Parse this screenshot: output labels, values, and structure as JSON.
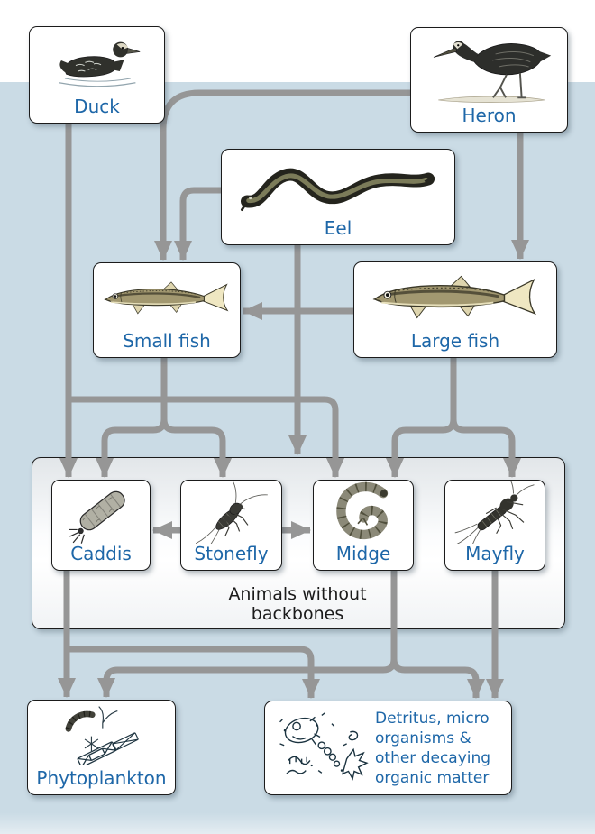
{
  "diagram": {
    "background": {
      "sky": "#ffffff",
      "water": "#cadbe5"
    },
    "colors": {
      "arrow": "#969696",
      "node_label": "#1e67a8",
      "group_label": "#1a1a1a",
      "node_border": "#1b1b1b",
      "node_background": "#ffffff"
    },
    "nodes": {
      "duck": {
        "label": "Duck",
        "icon": "duck-illustration"
      },
      "heron": {
        "label": "Heron",
        "icon": "heron-illustration"
      },
      "eel": {
        "label": "Eel",
        "icon": "eel-illustration"
      },
      "small_fish": {
        "label": "Small fish",
        "icon": "small-fish-illustration"
      },
      "large_fish": {
        "label": "Large fish",
        "icon": "large-fish-illustration"
      },
      "caddis": {
        "label": "Caddis",
        "icon": "caddis-larva-illustration"
      },
      "stonefly": {
        "label": "Stonefly",
        "icon": "stonefly-nymph-illustration"
      },
      "midge": {
        "label": "Midge",
        "icon": "midge-larva-illustration"
      },
      "mayfly": {
        "label": "Mayfly",
        "icon": "mayfly-nymph-illustration"
      },
      "phytoplankton": {
        "label": "Phytoplankton",
        "icon": "phytoplankton-illustration"
      },
      "detritus": {
        "label": "Detritus, micro organisms & other decaying organic matter",
        "lines": [
          "Detritus, micro",
          "organisms &",
          "other decaying",
          "organic matter"
        ],
        "icon": "detritus-illustration"
      }
    },
    "group": {
      "label_line1": "Animals without",
      "label_line2": "backbones",
      "members": [
        "caddis",
        "stonefly",
        "midge",
        "mayfly"
      ]
    },
    "edges": [
      {
        "from": "duck",
        "to": "caddis"
      },
      {
        "from": "duck",
        "to": "midge"
      },
      {
        "from": "heron",
        "to": "small_fish"
      },
      {
        "from": "heron",
        "to": "large_fish"
      },
      {
        "from": "eel",
        "to": "small_fish"
      },
      {
        "from": "eel",
        "to": "animals_without_backbones_group"
      },
      {
        "from": "large_fish",
        "to": "small_fish"
      },
      {
        "from": "small_fish",
        "to": "caddis"
      },
      {
        "from": "small_fish",
        "to": "stonefly"
      },
      {
        "from": "large_fish",
        "to": "midge"
      },
      {
        "from": "large_fish",
        "to": "mayfly"
      },
      {
        "from": "stonefly",
        "to": "caddis"
      },
      {
        "from": "stonefly",
        "to": "midge"
      },
      {
        "from": "caddis",
        "to": "phytoplankton"
      },
      {
        "from": "caddis",
        "to": "detritus"
      },
      {
        "from": "midge",
        "to": "phytoplankton"
      },
      {
        "from": "midge",
        "to": "detritus"
      },
      {
        "from": "mayfly",
        "to": "detritus"
      }
    ]
  }
}
